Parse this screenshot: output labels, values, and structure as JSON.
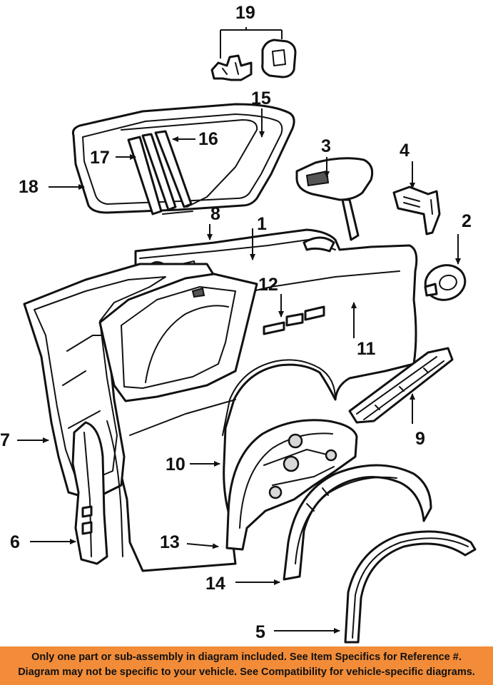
{
  "callouts": {
    "c1": "1",
    "c2": "2",
    "c3": "3",
    "c4": "4",
    "c5": "5",
    "c6": "6",
    "c7": "7",
    "c8": "8",
    "c9": "9",
    "c10": "10",
    "c11": "11",
    "c12": "12",
    "c13": "13",
    "c14": "14",
    "c15": "15",
    "c16": "16",
    "c17": "17",
    "c18": "18",
    "c19": "19"
  },
  "footer": {
    "line1": "Only one part or sub-assembly in diagram included. See Item Specifics for Reference #.",
    "line2": "Diagram may not be specific to your vehicle. See Compatibility for vehicle-specific diagrams."
  },
  "colors": {
    "footer_bg": "#f28c38",
    "ink": "#111111"
  }
}
